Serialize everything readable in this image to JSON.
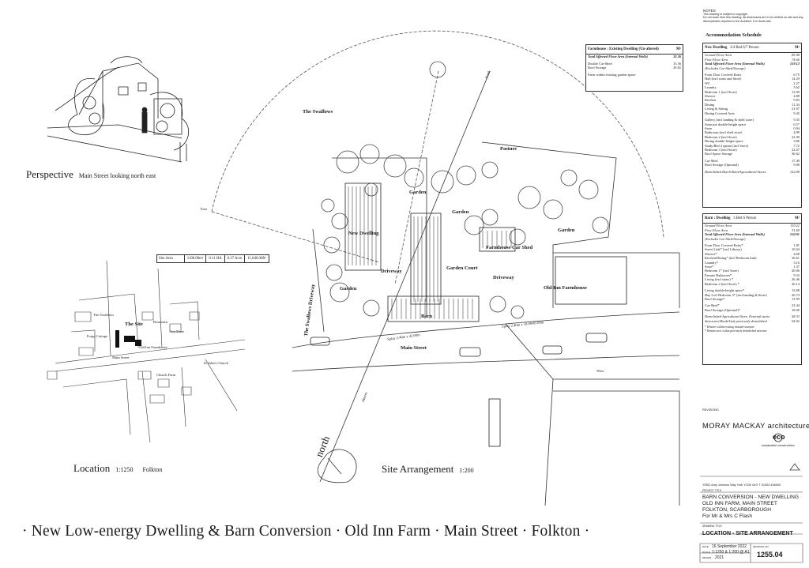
{
  "notes": {
    "heading": "NOTES",
    "lines": [
      "This drawing is subject to copyright",
      "Do not scale from this drawing. All dimensions are to be verified on site and any",
      "discrepancies reported to the Architect. If in doubt ask."
    ]
  },
  "accommodation_heading": "Accommodation Schedule",
  "farmhouse_table": {
    "title": "Farmhouse : Existing Dwelling (Un-altered)",
    "unit": "M²",
    "rows": [
      {
        "label": "Total Affected Floor Area (Internal Walls)",
        "value": "33.36",
        "style": "it-bold"
      },
      {
        "label": "",
        "value": ""
      },
      {
        "label": "Double Car-Shed",
        "value": "33.36"
      },
      {
        "label": "Roof Storage",
        "value": "29.82"
      },
      {
        "label": "",
        "value": ""
      },
      {
        "label": "Farm within existing garden space",
        "value": ""
      }
    ]
  },
  "new_dwelling_table": {
    "title": "New Dwelling",
    "size": "3/4 Bed  6/7 Person",
    "unit": "M²",
    "rows": [
      {
        "label": "Ground Floor Area",
        "value": "85.08",
        "style": "it"
      },
      {
        "label": "First Floor Area",
        "value": "74.66",
        "style": "it"
      },
      {
        "label": "Total Affected Floor Area (Internal Walls)",
        "value": "159.12",
        "style": "it-bold"
      },
      {
        "label": "(Excludes Car-Shed/Storage)",
        "value": "",
        "style": "it"
      },
      {
        "label": "",
        "value": ""
      },
      {
        "label": "Front Door Covered Entry",
        "value": "6.75"
      },
      {
        "label": "Hall (incl stairs and Store)",
        "value": "14.29"
      },
      {
        "label": "WC",
        "value": "2.27"
      },
      {
        "label": "Laundry",
        "value": "5.62"
      },
      {
        "label": "Bedroom 1 (incl Store)",
        "value": "13.09"
      },
      {
        "label": "Shower",
        "value": "4.88"
      },
      {
        "label": "Kitchen",
        "value": "9.83"
      },
      {
        "label": "Dining",
        "value": "11.34"
      },
      {
        "label": "Living & Sitting",
        "value": "21.07"
      },
      {
        "label": "Dining Covered Area",
        "value": "9.45"
      },
      {
        "label": "",
        "value": ""
      },
      {
        "label": "Gallery (incl landing & shelf store)",
        "value": "9.35"
      },
      {
        "label": "Staircase double-height space",
        "value": "6.57"
      },
      {
        "label": "Store",
        "value": "0.94"
      },
      {
        "label": "Bathroom (incl shelf store)",
        "value": "4.89"
      },
      {
        "label": "Bedroom 2 (incl Store)",
        "value": "22.00"
      },
      {
        "label": "Dining double-height space",
        "value": "3.86"
      },
      {
        "label": "Study/Bed 4 option (incl Store)",
        "value": "7.72"
      },
      {
        "label": "Bedroom 3 (incl Store)",
        "value": "22.67"
      },
      {
        "label": "Roof Space Storage",
        "value": "36.62"
      },
      {
        "label": "",
        "value": ""
      },
      {
        "label": "Car-Shed",
        "value": "17.49"
      },
      {
        "label": "Roof Storage (Optional)",
        "value": "9.00"
      },
      {
        "label": "",
        "value": ""
      },
      {
        "label": "Demolished Dutch Barn/Agricultural Stores",
        "value": "152.09",
        "style": "it"
      }
    ]
  },
  "barn_table": {
    "title": "Barn : Dwelling",
    "size": "3 Bed  6 Person",
    "unit": "M²",
    "rows": [
      {
        "label": "Ground Floor Area",
        "value": "119.22",
        "style": "it"
      },
      {
        "label": "First Floor Area",
        "value": "31.69",
        "style": "it"
      },
      {
        "label": "Total Affected Floor Area (Internal Walls)",
        "value": "150.91",
        "style": "it-bold"
      },
      {
        "label": "(Excludes Car-Shed/Storage)",
        "value": "",
        "style": "it"
      },
      {
        "label": "",
        "value": ""
      },
      {
        "label": "Front Door Covered Entry*",
        "value": "1.81"
      },
      {
        "label": "Street Link* (incl Library)",
        "value": "10.64"
      },
      {
        "label": "Shower*",
        "value": "4.68"
      },
      {
        "label": "Kitchen/Dining* (incl Bedroom link)",
        "value": "30.61"
      },
      {
        "label": "Laundry*",
        "value": "3.16"
      },
      {
        "label": "Store*",
        "value": "1.37"
      },
      {
        "label": "Bedroom 1* (incl Store)",
        "value": "20.06"
      },
      {
        "label": "Ensuite Bathroom*",
        "value": "9.33"
      },
      {
        "label": "Living (incl stairs) *",
        "value": "26.46"
      },
      {
        "label": "Bedroom 2 (incl Store) *",
        "value": "20.14"
      },
      {
        "label": "",
        "value": ""
      },
      {
        "label": "Living double-height space*",
        "value": "13.08"
      },
      {
        "label": "Hay Loft Bedroom 3* (incl landing & Store)",
        "value": "20.74"
      },
      {
        "label": "Roof Storage*",
        "value": "13.99"
      },
      {
        "label": "",
        "value": ""
      },
      {
        "label": "Car-Shed*",
        "value": "23.44"
      },
      {
        "label": "Roof Storage (Optional)*",
        "value": "18.00"
      },
      {
        "label": "",
        "value": ""
      },
      {
        "label": "Demolished Agricultural Store, External stairs",
        "value": "58.33",
        "style": "it"
      },
      {
        "label": "Structures/Sheds/Link previously demolished",
        "value": "54.02",
        "style": "it"
      },
      {
        "label": "",
        "value": ""
      },
      {
        "label": "* Denotes within existing retained structure",
        "value": "",
        "style": "tiny"
      },
      {
        "label": "* Denotes new within previously demolished structure",
        "value": "",
        "style": "tiny"
      }
    ]
  },
  "site_area": {
    "label": "Site Area",
    "values": [
      "1100.00m²",
      "0.11 HA",
      "0.27 Acre",
      "11,840.00ft²"
    ]
  },
  "perspective": {
    "title": "Perspective",
    "subtitle": "Main Street looking north east"
  },
  "location": {
    "title": "Location",
    "scale": "1:1250",
    "place": "Folkton",
    "labels": {
      "swallows": "The Swallows",
      "the_site": "The Site",
      "rosmarin": "Rosmarin",
      "forge_cottage": "Forge Cottage",
      "ivy_dene": "Ivy Dene",
      "old_inn": "Old Inn Farmhouse",
      "main_street": "Main Street",
      "st_johns": "St John's Church",
      "church_farm": "Church Farm"
    }
  },
  "site_plan": {
    "title": "Site Arrangement",
    "scale": "1:200",
    "labels": {
      "swallows": "The Swallows",
      "pasture": "Pasture",
      "garden_1": "Garden",
      "garden_2": "Garden",
      "garden_3": "Garden",
      "garden_4": "Garden",
      "new_dwelling": "New Dwelling",
      "farmhouse_car_shed": "Farmhouse Car Shed",
      "driveway_1": "Driveway",
      "driveway_2": "Driveway",
      "garden_court": "Garden Court",
      "old_inn_farmhouse": "Old Inn Farmhouse",
      "swallows_driveway": "The Swallows Driveway",
      "barn": "Barn",
      "main_street": "Main Street",
      "splay_1": "Splay 2.40m x 43.00m",
      "splay_2": "Splay 2.40m x 18.00/45.00m",
      "east": "East",
      "west": "West",
      "north_axis": "North",
      "west_axis": "West",
      "metres": "Metres"
    },
    "north": "north"
  },
  "architect": {
    "revisions": "REVISIONS",
    "name": "MORAY MACKAY architecture",
    "eco": "eco",
    "eco_sub": "sustainable conservation",
    "address": "YEBC  Amy Johnson Way  York  YO30 4XG  T 01904 435000"
  },
  "project": {
    "label": "PROJECT TITLE",
    "lines": [
      "BARN CONVERSION - NEW DWELLING",
      "OLD INN FARM, MAIN STREET",
      "FOLKTON, SCARBOROUGH",
      "For Mr & Mrs C Flash"
    ]
  },
  "drawing": {
    "label": "DRAWING TITLE",
    "title": "LOCATION - SITE ARRANGEMENT",
    "date_label": "DATE",
    "date": "16 September 2022",
    "scale_label": "SCALE",
    "scale": "1:1250 & 1:200 @ A1",
    "drawn_label": "DRAWN",
    "drawn": "2021",
    "number_label": "DRAWING NO.",
    "number": "1255.04"
  },
  "banner": "· New Low-energy Dwelling & Barn Conversion · Old Inn Farm · Main Street · Folkton ·"
}
